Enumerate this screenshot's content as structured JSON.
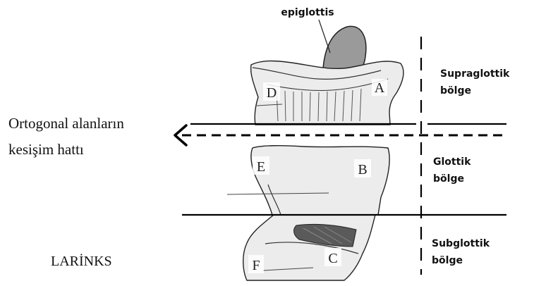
{
  "diagram": {
    "top_label": "epiglottis",
    "left_label_line1": "Ortogonal alanların",
    "left_label_line2": "kesişim hattı",
    "bottom_left_label": "LARİNKS",
    "regions": [
      {
        "line1": "Supraglottik",
        "line2": "bölge"
      },
      {
        "line1": "Glottik",
        "line2": "bölge"
      },
      {
        "line1": "Subglottik",
        "line2": "bölge"
      }
    ],
    "points": [
      "A",
      "B",
      "C",
      "D",
      "E",
      "F"
    ],
    "colors": {
      "epiglottis_fill": "#9a9a9a",
      "larynx_fill": "#ececec",
      "line": "#000000"
    }
  }
}
